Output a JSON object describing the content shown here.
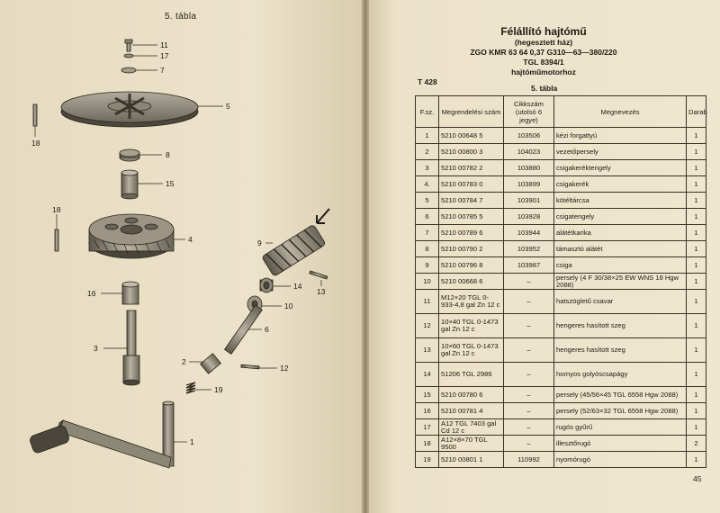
{
  "left_page": {
    "title": "5. tábla",
    "callouts": [
      "11",
      "17",
      "7",
      "5",
      "18",
      "8",
      "15",
      "18",
      "4",
      "9",
      "16",
      "14",
      "13",
      "10",
      "3",
      "6",
      "2",
      "12",
      "19",
      "1"
    ]
  },
  "right_page": {
    "title": "Félállító hajtómű",
    "subtitle": "(hegesztett ház)",
    "spec_line": "ZGO KMR 63 64 0,37 G310—63—380/220",
    "tgl_line": "TGL 8394/1",
    "motor_line": "hajtóműmotorhoz",
    "code": "T 428",
    "table_label": "5. tábla",
    "page_number": "45"
  },
  "table": {
    "headers": [
      "F.sz.",
      "Megrendelési szám",
      "Cikkszám (utolsó 6 jegye)",
      "Megnevezés",
      "Darab"
    ],
    "rows": [
      [
        "1",
        "5210 00648 5",
        "103506",
        "kézi forgattyú",
        "1"
      ],
      [
        "2",
        "5210 00800 3",
        "104023",
        "vezetőpersely",
        "1"
      ],
      [
        "3",
        "5210 00782 2",
        "103880",
        "csigakeréktengely",
        "1"
      ],
      [
        "4.",
        "5210 00783 0",
        "103899",
        "csigakerék",
        "1"
      ],
      [
        "5",
        "5210 00784 7",
        "103901",
        "kötéltárcsa",
        "1"
      ],
      [
        "6",
        "5210 00785 5",
        "103928",
        "csigatengely",
        "1"
      ],
      [
        "7",
        "5210 00789 6",
        "103944",
        "alátétkarika",
        "1"
      ],
      [
        "8",
        "5210 00790 2",
        "103952",
        "támasztó alátét",
        "1"
      ],
      [
        "9",
        "5210 00796 8",
        "103987",
        "csiga",
        "1"
      ],
      [
        "10",
        "5210 00668 6",
        "–",
        "persely (4 F 30/38×25 EW WNS 18 Hgw 2088)",
        "1"
      ],
      [
        "11",
        "M12×20 TGL 0-933-4,8 gal Zn 12 c",
        "–",
        "hatszögletű csavar",
        "1"
      ],
      [
        "12",
        "10×40 TGL 0-1473 gal Zn 12 c",
        "–",
        "hengeres hasított szeg",
        "1"
      ],
      [
        "13",
        "10×60 TGL 0-1473 gal Zn 12 c",
        "–",
        "hengeres hasított szeg",
        "1"
      ],
      [
        "14",
        "51206 TGL 2986",
        "–",
        "hornyos golyóscsapágy",
        "1"
      ],
      [
        "15",
        "5210 00780 6",
        "–",
        "persely (45/56×45 TGL 6558 Hgw 2088)",
        "1"
      ],
      [
        "16",
        "5210 00781 4",
        "–",
        "persely (52/63×32 TGL 6558 Hgw 2088)",
        "1"
      ],
      [
        "17",
        "A12 TGL 7403 gal Cd 12 c",
        "–",
        "rugós gyűrű",
        "1"
      ],
      [
        "18",
        "A12×8×70 TGL 9500",
        "–",
        "illesztőrugó",
        "2"
      ],
      [
        "19",
        "5210 00801 1",
        "110992",
        "nyomórugó",
        "1"
      ]
    ]
  },
  "colors": {
    "paper": "#e9dfc6",
    "ink": "#1f1a12",
    "part_grey": "#7d776a"
  }
}
